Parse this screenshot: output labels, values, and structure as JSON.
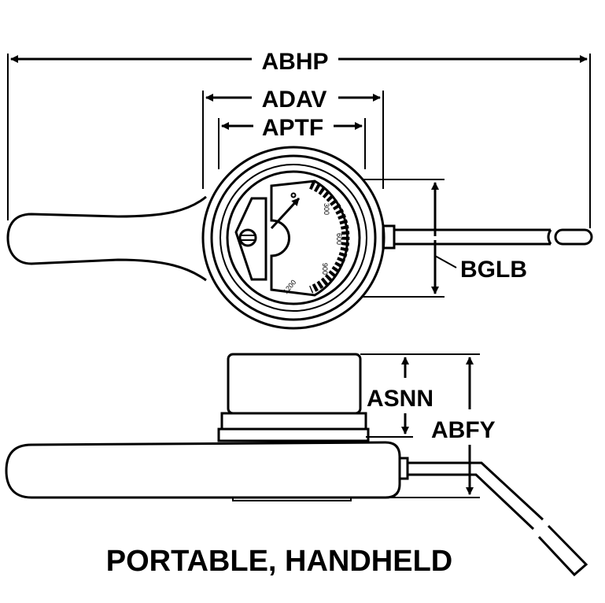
{
  "dimensions": {
    "overall_length": "ABHP",
    "outer_diameter": "ADAV",
    "inner_diameter": "APTF",
    "body_height": "BGLB",
    "cap_height": "ASNN",
    "total_height": "ABFY"
  },
  "gauge_scale": [
    "300",
    "600",
    "900",
    "1200"
  ],
  "caption": "PORTABLE, HANDHELD",
  "colors": {
    "ink": "#000000",
    "background": "#ffffff"
  }
}
